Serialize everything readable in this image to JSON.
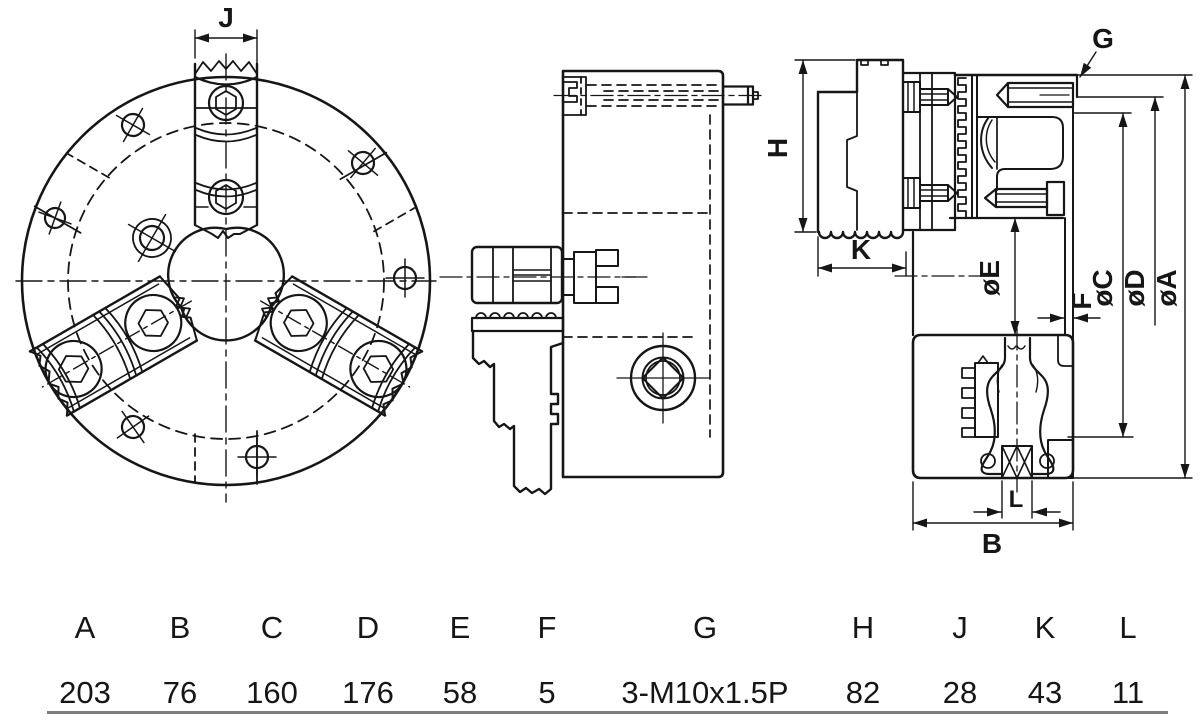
{
  "drawing": {
    "labels": {
      "j": "J",
      "g": "G",
      "h": "H",
      "k": "K",
      "e": "øE",
      "f": "F",
      "c": "øC",
      "d": "øD",
      "a": "øA",
      "l": "L",
      "b": "B"
    }
  },
  "table": {
    "headers": [
      "A",
      "B",
      "C",
      "D",
      "E",
      "F",
      "G",
      "H",
      "J",
      "K",
      "L"
    ],
    "values": [
      "203",
      "76",
      "160",
      "176",
      "58",
      "5",
      "3-M10x1.5P",
      "82",
      "28",
      "43",
      "11"
    ]
  },
  "colors": {
    "line": "#161616",
    "rule": "#7d7d7d",
    "background": "#ffffff"
  }
}
